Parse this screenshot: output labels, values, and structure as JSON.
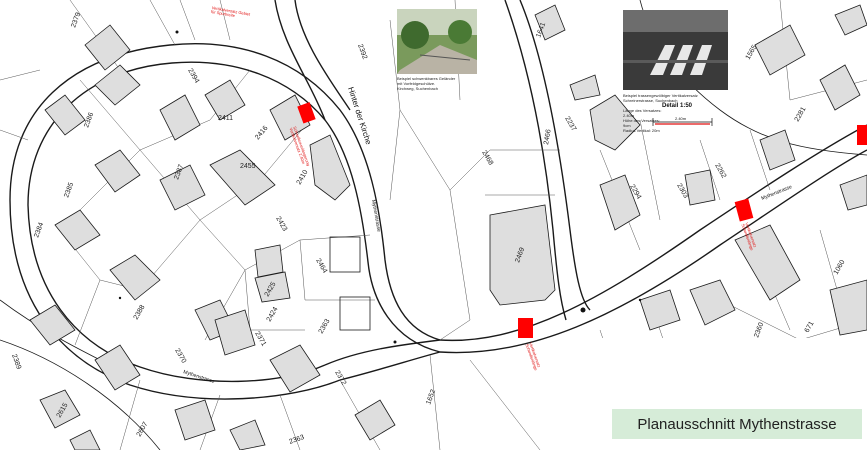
{
  "title": "Planausschnitt Mythenstrasse",
  "streets": {
    "hinter_der_kirche": "Hinter der Kirche",
    "mythenstrasse_upper": "Mythenstrasse",
    "mythenstrasse_lower": "Mythenstrasse",
    "mythenstrasse_right": "Mythenstrasse"
  },
  "photo1": {
    "caption": "Beispiel schwenkbares Geländer\nmit Vorfeldgeschütze.\nKirchweg, Suchenbach"
  },
  "photo2": {
    "caption": "Beispiel trassengewölbiger Vertikalversatz\nSchreinerstrasse, Suchenbach"
  },
  "detail": {
    "title": "Detail 1:50",
    "lines": "Länge des Versatzes: 2.40m\nHöhe des Versatzes: 9cm\nRadius Vertikal: 20m",
    "dimension": "2.40m"
  },
  "red_notes": {
    "note1": "Vertikalversatz Gebiet\nfür Spurbreite",
    "note2": "Schwellenverlängerung\nVertikalversatz 2.40m",
    "note3": "Vertikalversatz\nSchwellenlänge",
    "note4": "Vertikalversatz\nSchwellenlänge"
  },
  "parcels": [
    {
      "id": "p2379",
      "label": "2379"
    },
    {
      "id": "p2392",
      "label": "2392"
    },
    {
      "id": "p1641",
      "label": "1641"
    },
    {
      "id": "p2394",
      "label": "2394"
    },
    {
      "id": "p2416",
      "label": "2416"
    },
    {
      "id": "p2386",
      "label": "2386"
    },
    {
      "id": "p2387",
      "label": "2387"
    },
    {
      "id": "p2411",
      "label": "2411"
    },
    {
      "id": "p2410",
      "label": "2410"
    },
    {
      "id": "p2423",
      "label": "2423"
    },
    {
      "id": "p2455",
      "label": "2455"
    },
    {
      "id": "p2384",
      "label": "2384"
    },
    {
      "id": "p2385",
      "label": "2385"
    },
    {
      "id": "p2464",
      "label": "2464"
    },
    {
      "id": "p2424",
      "label": "2424"
    },
    {
      "id": "p2425",
      "label": "2425"
    },
    {
      "id": "p2363",
      "label": "2363"
    },
    {
      "id": "p2371",
      "label": "2371"
    },
    {
      "id": "p2370",
      "label": "2370"
    },
    {
      "id": "p2388",
      "label": "2388"
    },
    {
      "id": "p2372",
      "label": "2372"
    },
    {
      "id": "p2389",
      "label": "2389"
    },
    {
      "id": "p2615",
      "label": "2615"
    },
    {
      "id": "p2607",
      "label": "2607"
    },
    {
      "id": "p2363b",
      "label": "2363"
    },
    {
      "id": "p1652",
      "label": "1652"
    },
    {
      "id": "p2468",
      "label": "2468"
    },
    {
      "id": "p2466",
      "label": "2466"
    },
    {
      "id": "p2237",
      "label": "2237"
    },
    {
      "id": "p2469",
      "label": "2469"
    },
    {
      "id": "p2294",
      "label": "2294"
    },
    {
      "id": "p2262",
      "label": "2262"
    },
    {
      "id": "p2303",
      "label": "2303"
    },
    {
      "id": "p1565",
      "label": "1565"
    },
    {
      "id": "p2281",
      "label": "2281"
    },
    {
      "id": "p2360",
      "label": "2360"
    },
    {
      "id": "p671",
      "label": "671"
    },
    {
      "id": "p1060",
      "label": "1060"
    }
  ],
  "colors": {
    "building": "#dedede",
    "line": "#1a1a1a",
    "speed_bump": "#ff0000",
    "title_bg": "#d6ecd8"
  }
}
